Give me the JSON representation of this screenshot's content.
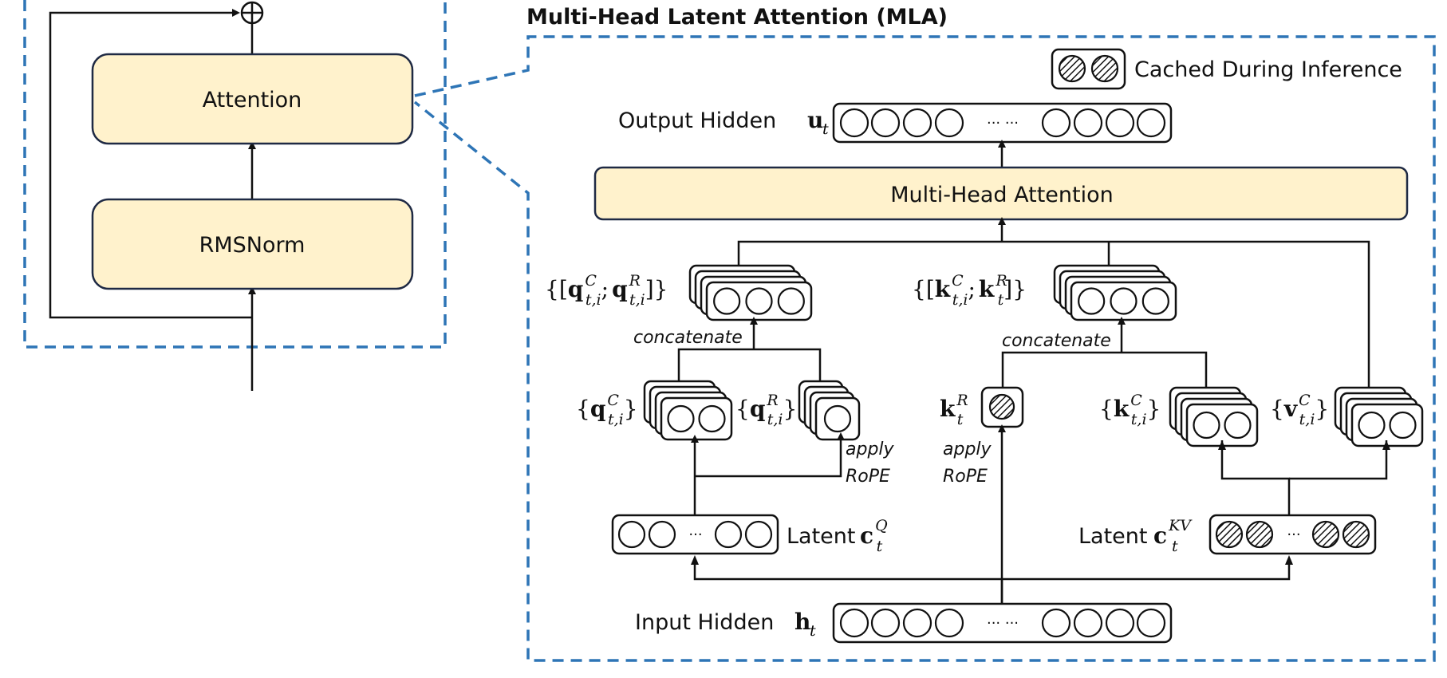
{
  "left_block": {
    "attention_label": "Attention",
    "rmsnorm_label": "RMSNorm",
    "residual_add_symbol": "⊕"
  },
  "mla": {
    "title": "Multi-Head Latent Attention (MLA)",
    "legend": {
      "label": "Cached During Inference",
      "icon": "hatched-circle-icon"
    },
    "output_hidden": {
      "label": "Output Hidden",
      "symbol": "u",
      "subscript": "t",
      "ellipsis": "··· ···"
    },
    "multi_head_attention_label": "Multi-Head Attention",
    "q_concat": {
      "open": "{[",
      "sym1": "q",
      "sup1": "C",
      "sub1": "t,i",
      "sep": ";",
      "sym2": "q",
      "sup2": "R",
      "sub2": "t,i",
      "close": "]}"
    },
    "k_concat": {
      "open": "{[",
      "sym1": "k",
      "sup1": "C",
      "sub1": "t,i",
      "sep": ";",
      "sym2": "k",
      "sup2": "R",
      "sub2": "t",
      "close": "]}"
    },
    "concatenate_label": "concatenate",
    "q_c": {
      "open": "{",
      "sym": "q",
      "sup": "C",
      "sub": "t,i",
      "close": "}"
    },
    "q_r": {
      "open": "{",
      "sym": "q",
      "sup": "R",
      "sub": "t,i",
      "close": "}"
    },
    "k_r": {
      "sym": "k",
      "sup": "R",
      "sub": "t"
    },
    "k_c": {
      "open": "{",
      "sym": "k",
      "sup": "C",
      "sub": "t,i",
      "close": "}"
    },
    "v_c": {
      "open": "{",
      "sym": "v",
      "sup": "C",
      "sub": "t,i",
      "close": "}"
    },
    "apply_label": "apply",
    "rope_label": "RoPE",
    "latent_q": {
      "label": "Latent",
      "sym": "c",
      "sup": "Q",
      "sub": "t",
      "ellipsis": "···"
    },
    "latent_kv": {
      "label": "Latent",
      "sym": "c",
      "sup": "KV",
      "sub": "t",
      "ellipsis": "···"
    },
    "input_hidden": {
      "label": "Input Hidden",
      "symbol": "h",
      "subscript": "t",
      "ellipsis": "··· ···"
    }
  },
  "colors": {
    "dashed_border": "#2e75b6",
    "block_fill": "#fff2cc",
    "block_stroke": "#1f2a44",
    "line": "#111111"
  }
}
